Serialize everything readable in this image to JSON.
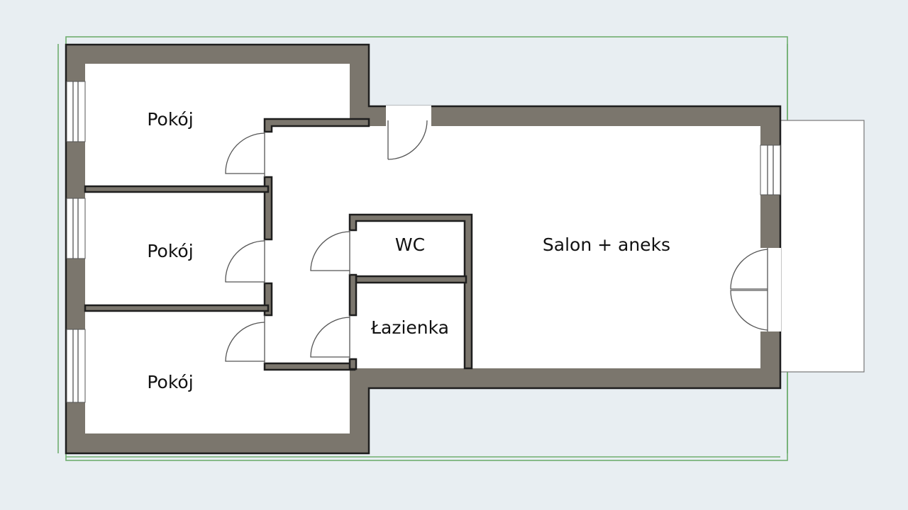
{
  "plan": {
    "rooms": [
      {
        "label": "Pokój"
      },
      {
        "label": "Pokój"
      },
      {
        "label": "Pokój"
      },
      {
        "label": "WC"
      },
      {
        "label": "Łazienka"
      },
      {
        "label": "Salon + aneks"
      }
    ]
  },
  "colors": {
    "wall": "#7b766d",
    "background": "#e8eef2",
    "dimension": "#6fae6f"
  }
}
